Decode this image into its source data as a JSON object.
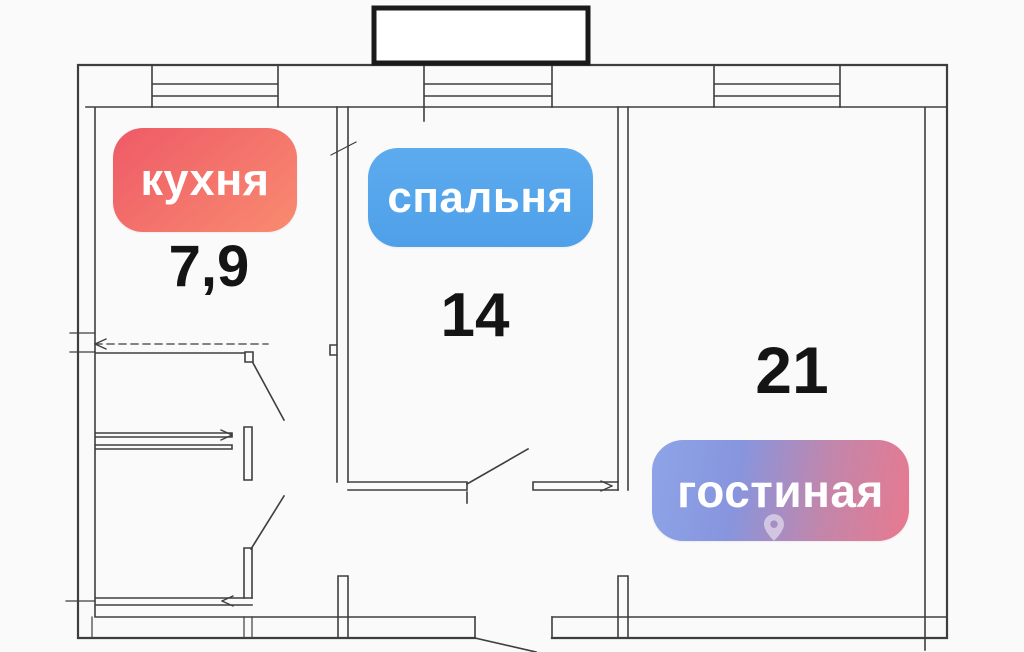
{
  "colors": {
    "background": "#fbfafa",
    "wall_line": "#3e3e3e",
    "area_text": "#141414",
    "badge_text": "#ffffff"
  },
  "rooms": {
    "kitchen": {
      "label": "кухня",
      "area": "7,9",
      "badge_colors": [
        "#ee5a67",
        "#f98b70"
      ]
    },
    "bedroom": {
      "label": "спальня",
      "area": "14",
      "badge_colors": [
        "#5dabef",
        "#4fa0e9"
      ]
    },
    "living": {
      "label": "гостиная",
      "area": "21",
      "badge_colors": [
        "#8ea4e8",
        "#8795de",
        "#c286ab",
        "#e8798f"
      ]
    }
  },
  "watermark": {
    "icon": "map-pin"
  }
}
